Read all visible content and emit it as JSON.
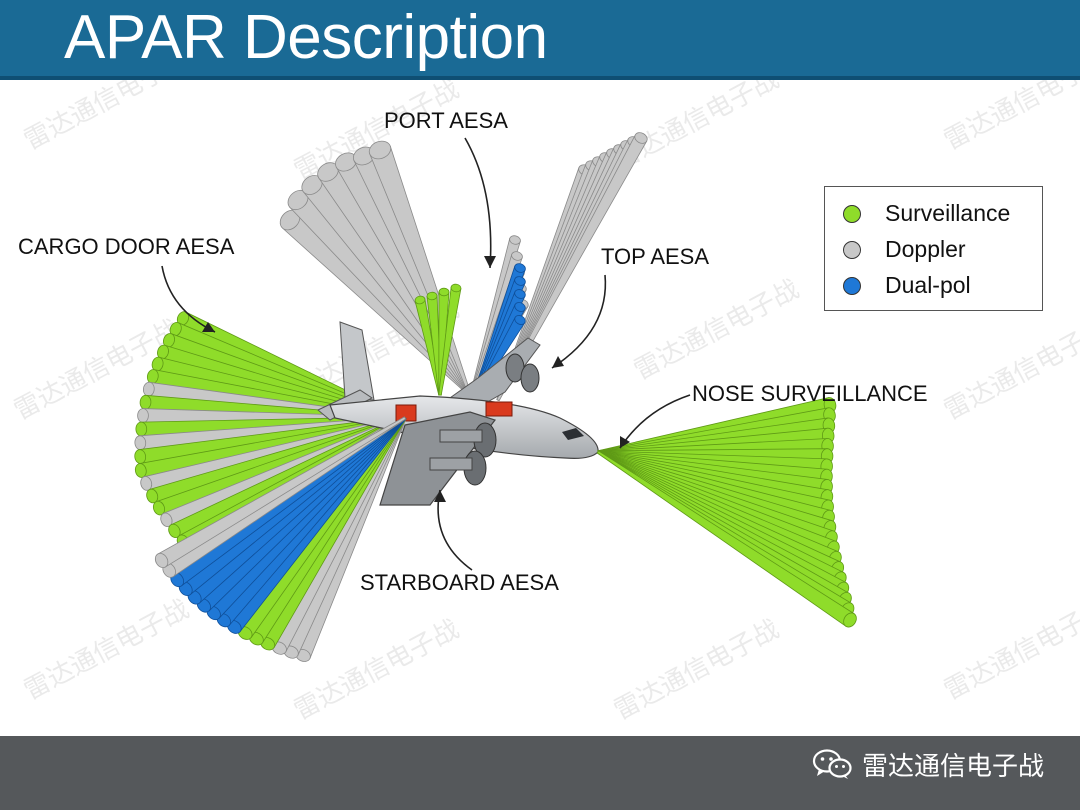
{
  "slide": {
    "title": "APAR Description"
  },
  "callouts": {
    "port": "PORT AESA",
    "cargo": "CARGO DOOR AESA",
    "top": "TOP AESA",
    "nose": "NOSE SURVEILLANCE",
    "starboard": "STARBOARD AESA"
  },
  "legend": {
    "items": [
      {
        "label": "Surveillance",
        "color": "#8fdc2a"
      },
      {
        "label": "Doppler",
        "color": "#c8c8c8"
      },
      {
        "label": "Dual-pol",
        "color": "#1f78d6"
      }
    ]
  },
  "footer": {
    "brand": "雷达通信电子战",
    "icon": "wechat-icon"
  },
  "watermark": {
    "text": "雷达通信电子战"
  }
}
